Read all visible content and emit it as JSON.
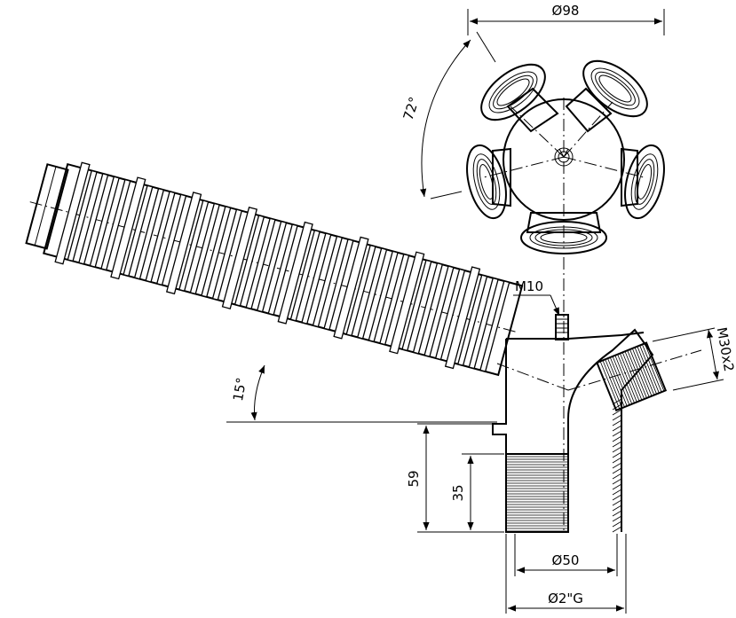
{
  "dimensions": {
    "top_diameter": "Ø98",
    "angle_top": "72°",
    "angle_side": "15°",
    "bolt_thread": "M10",
    "side_thread": "M30x2",
    "height_total": "59",
    "height_thread": "35",
    "diameter_body": "Ø50",
    "diameter_thread": "Ø2\"G"
  }
}
